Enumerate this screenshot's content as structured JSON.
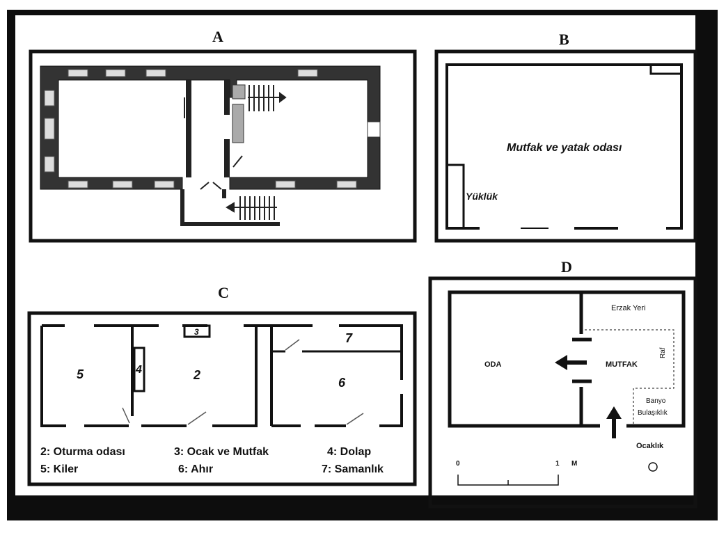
{
  "panels": {
    "A": {
      "title": "A"
    },
    "B": {
      "title": "B",
      "labels": {
        "kitchen_bedroom": "Mutfak ve yatak odası",
        "closet": "Yüklük"
      }
    },
    "C": {
      "title": "C",
      "room_numbers": {
        "r5": "5",
        "r4": "4",
        "r2": "2",
        "r3": "3",
        "r7": "7",
        "r6": "6"
      },
      "legend": {
        "l2": "2: Oturma odası",
        "l3": "3: Ocak ve Mutfak",
        "l4": "4: Dolap",
        "l5": "5: Kiler",
        "l6": "6: Ahır",
        "l7": "7: Samanlık"
      }
    },
    "D": {
      "title": "D",
      "labels": {
        "oda": "ODA",
        "mutfak": "MUTFAK",
        "erzak": "Erzak Yeri",
        "raf": "Raf",
        "banyo": "Banyo",
        "bulasiklik": "Bulaşıklık",
        "ocaklik": "Ocaklık"
      },
      "scale": {
        "zero": "0",
        "one": "1",
        "unit": "M"
      }
    }
  }
}
